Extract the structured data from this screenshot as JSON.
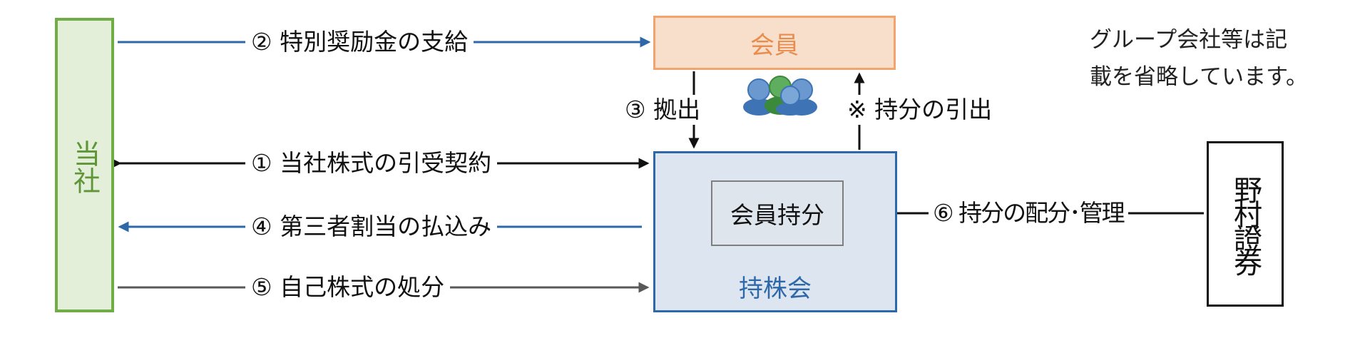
{
  "entities": {
    "company": "当社",
    "member": "会員",
    "association": "持株会",
    "member_share": "会員持分",
    "nomura": "野村證券"
  },
  "flows": {
    "subscription": "① 当社株式の引受契約",
    "incentive": "② 特別奨励金の支給",
    "contribution": "③ 拠出",
    "payment": "④ 第三者割当の払込み",
    "treasury": "⑤ 自己株式の処分",
    "allocation": "⑥ 持分の配分･管理",
    "withdrawal": "※ 持分の引出"
  },
  "note": {
    "line1": "グループ会社等は記",
    "line2": "載を省略しています。"
  },
  "icons": {
    "members": "people-group-icon"
  },
  "colors": {
    "company_border": "#70ad47",
    "company_fill": "#e3efd8",
    "member_border": "#f2a46c",
    "member_fill": "#f8dfcc",
    "association_border": "#2e68a8",
    "association_fill": "#dde6f0",
    "blue_arrow": "#2e68a8",
    "black_arrow": "#111111",
    "gray_arrow": "#595959"
  }
}
